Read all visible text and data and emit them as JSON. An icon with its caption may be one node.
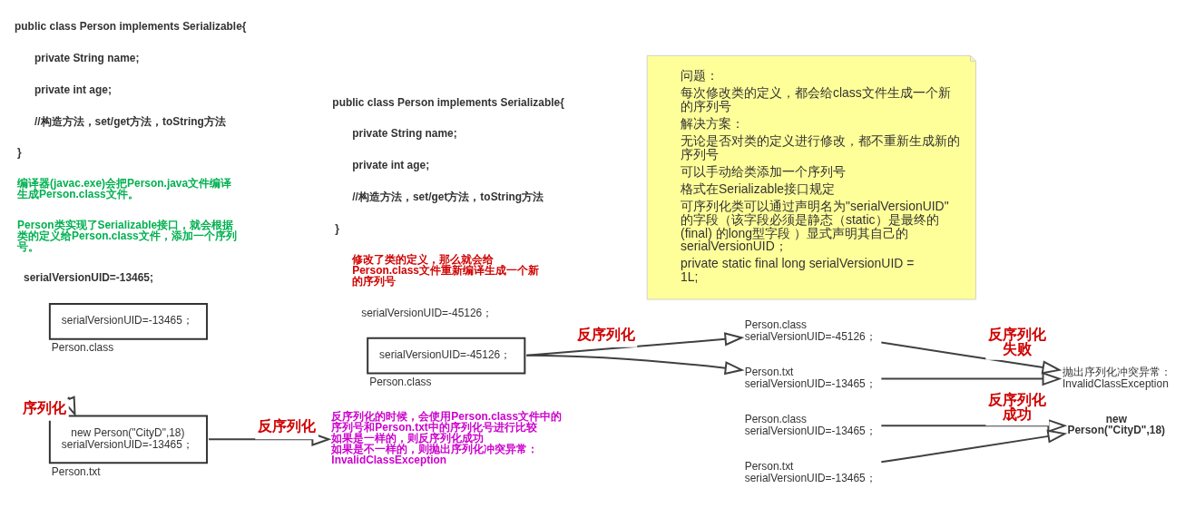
{
  "diagram": {
    "nodes": [
      {
        "text": [
          "serialVersionUID=-13465；"
        ],
        "beside": [
          "Person.class"
        ]
      },
      {
        "text": [
          "new Person(\"CityD\",18)",
          "serialVersionUID=-13465；"
        ],
        "beside": [
          "Person.txt"
        ]
      },
      {
        "text": [
          "serialVersionUID=-45126；"
        ],
        "beside": [
          "Person.class"
        ]
      },
      {
        "text": [
          "反序列化的时候，会使用Person.class文件中的序列号和Person.txt中的序列化号进行比较",
          "如果是一样的，则反序列化成功",
          "如果是不一样的，则抛出序列化冲突异常：InvalidClassException"
        ]
      },
      {
        "text": [
          "问题：",
          "每次修改类的定义，都会给class文件生成一个新的序列号",
          "解决方案：",
          "无论是否对类的定义进行修改，都不重新生成新的序列号",
          "可以手动给类添加一个序列号",
          "格式在Serializable接口规定",
          "可序列化类可以通过声明名为\"serialVersionUID\"的字段（该字段必须是静态（static）是最终的(final) 的long型字段 ）显式声明其自己的serialVersionUID；",
          "private static final long serialVersionUID = 1L;"
        ]
      },
      {
        "text": [
          "Person.class",
          "serialVersionUID=-45126；"
        ]
      },
      {
        "text": [
          "Person.txt",
          "serialVersionUID=-13465；"
        ]
      },
      {
        "text": [
          "抛出序列化冲突异常：",
          "InvalidClassException"
        ]
      },
      {
        "text": [
          "Person.class",
          "serialVersionUID=-13465；"
        ]
      },
      {
        "text": [
          "Person.txt",
          "serialVersionUID=-13465；"
        ]
      },
      {
        "text": [
          "new Person(\"CityD\",18)"
        ]
      }
    ],
    "edges": [
      {
        "from": 0,
        "to": 1,
        "arrow": "to",
        "label": "序列化"
      },
      {
        "from": 1,
        "to": 3,
        "arrow": "to",
        "label": "反序列化"
      },
      {
        "from": 2,
        "to": 5,
        "arrow": "to",
        "label": "反序列化"
      },
      {
        "from": 2,
        "to": 6,
        "arrow": "to"
      },
      {
        "from": 5,
        "to": 7,
        "arrow": "to",
        "label": "反序列化失败"
      },
      {
        "from": 6,
        "to": 7,
        "arrow": "to"
      },
      {
        "from": 8,
        "to": 10,
        "arrow": "to",
        "label": "反序列化成功"
      },
      {
        "from": 9,
        "to": 10,
        "arrow": "to"
      }
    ],
    "labels": [
      "public class Person implements Serializable{",
      "private String name;",
      "private int age;",
      "//构造方法，set/get方法，toString方法",
      "}",
      "编译器(javac.exe)会把Person.java文件编译生成Person.class文件。",
      "Person类实现了Serializable接口，就会根据类的定义给Person.class文件，添加一个序列号。",
      "serialVersionUID=-13465;",
      "public class Person implements Serializable{",
      "private String name;",
      "private int age;",
      "//构造方法，set/get方法，toString方法",
      "}",
      "修改了类的定义，那么就会给Person.class文件重新编译生成一个新的序列号",
      "serialVersionUID=-45126；"
    ]
  }
}
